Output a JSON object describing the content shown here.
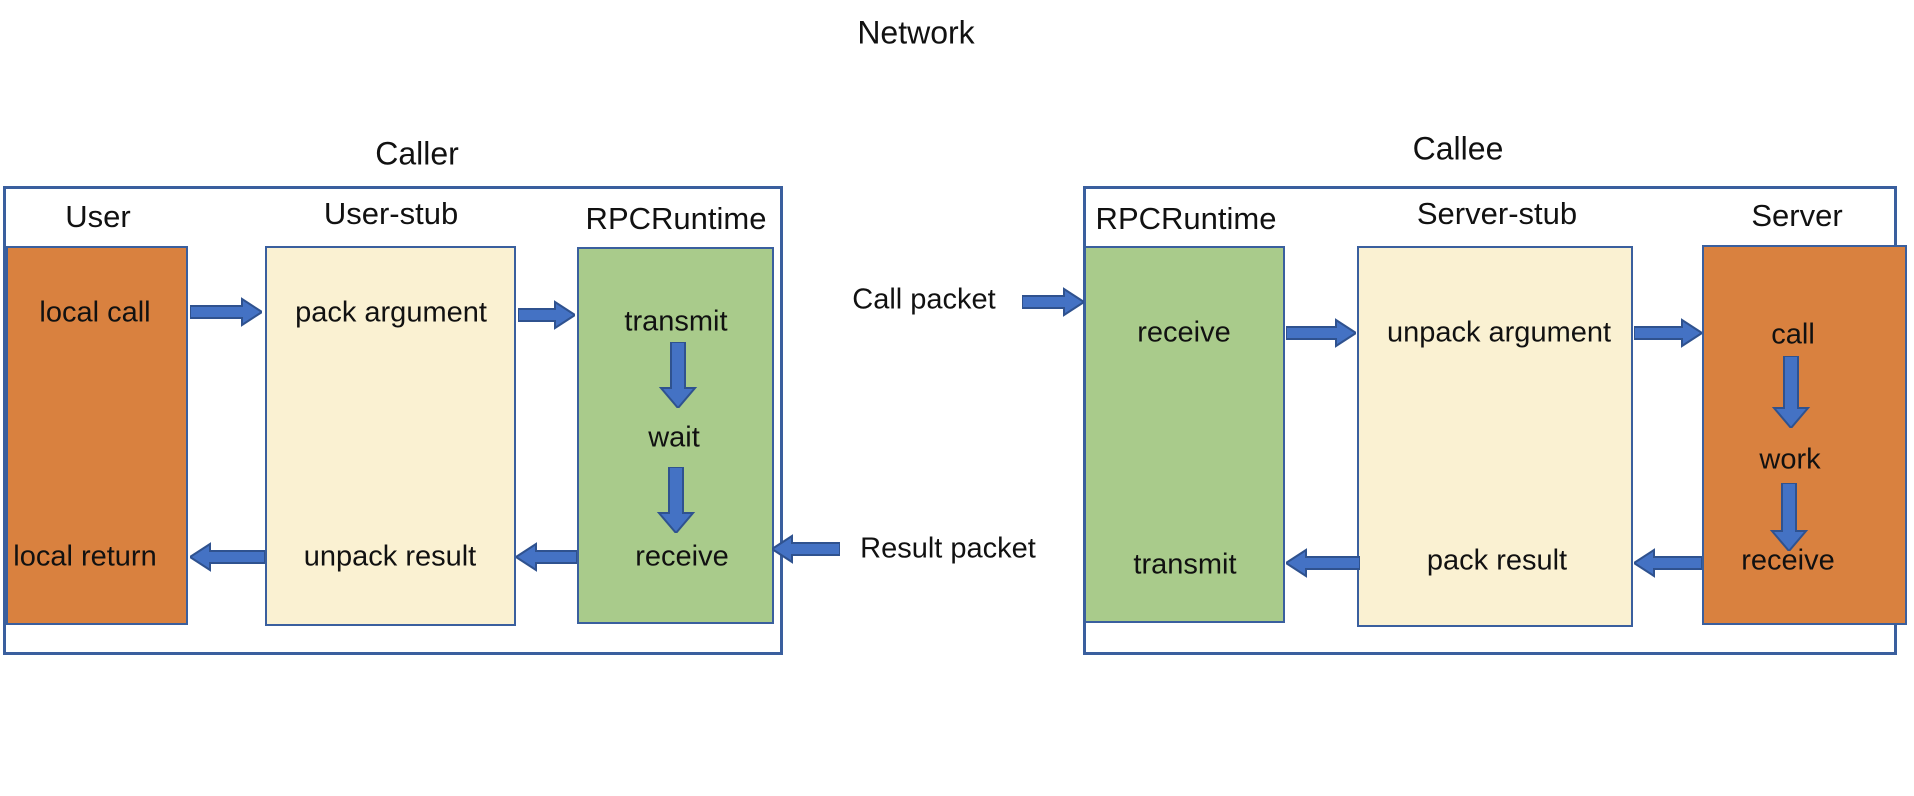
{
  "network_label": "Network",
  "caller": {
    "title": "Caller",
    "columns": [
      {
        "title": "User"
      },
      {
        "title": "User-stub"
      },
      {
        "title": "RPCRuntime"
      }
    ],
    "labels": {
      "local_call": "local call",
      "pack_argument": "pack argument",
      "transmit": "transmit",
      "wait": "wait",
      "receive": "receive",
      "unpack_result": "unpack result",
      "local_return": "local return"
    }
  },
  "callee": {
    "title": "Callee",
    "columns": [
      {
        "title": "RPCRuntime"
      },
      {
        "title": "Server-stub"
      },
      {
        "title": "Server"
      }
    ],
    "labels": {
      "receive": "receive",
      "unpack_argument": "unpack argument",
      "call": "call",
      "work": "work",
      "server_receive": "receive",
      "pack_result": "pack result",
      "transmit": "transmit"
    }
  },
  "packets": {
    "call_packet": "Call packet",
    "result_packet": "Result packet"
  },
  "colors": {
    "box-border": "#3A5F9E",
    "orange": "#D9813F",
    "cream": "#FAF1D2",
    "green": "#A9CB8B",
    "arrow-fill": "#4472C4",
    "arrow-stroke": "#2F528F",
    "text": "#111111"
  }
}
